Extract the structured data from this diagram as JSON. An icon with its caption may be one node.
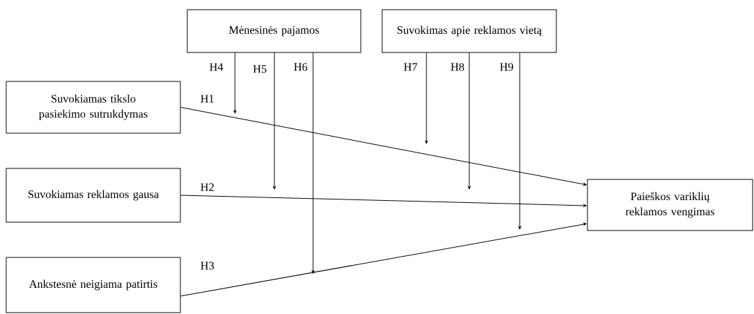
{
  "diagram": {
    "nodes": [
      {
        "text": [
          "Suvokiamas tikslo pasiekimo sutrukdymas"
        ]
      },
      {
        "text": [
          "Suvokiamas reklamos gausa"
        ]
      },
      {
        "text": [
          "Ankstesnė neigiama patirtis"
        ]
      },
      {
        "text": [
          "Mėnesinės pajamos"
        ]
      },
      {
        "text": [
          "Suvokimas apie reklamos vietą"
        ]
      },
      {
        "text": [
          "Paieškos variklių reklamos vengimas"
        ]
      }
    ],
    "edges": [
      {
        "from": 0,
        "to": 5,
        "arrow": "to",
        "label": "H1"
      },
      {
        "from": 1,
        "to": 5,
        "arrow": "to",
        "label": "H2"
      },
      {
        "from": 2,
        "to": 5,
        "arrow": "to",
        "label": "H3"
      },
      {
        "from": 3,
        "to": null,
        "arrow": "to",
        "label": "H4"
      },
      {
        "from": 3,
        "to": null,
        "arrow": "to",
        "label": "H5"
      },
      {
        "from": 3,
        "to": null,
        "arrow": "to",
        "label": "H6"
      },
      {
        "from": 4,
        "to": null,
        "arrow": "to",
        "label": "H7"
      },
      {
        "from": 4,
        "to": null,
        "arrow": "to",
        "label": "H8"
      },
      {
        "from": 4,
        "to": null,
        "arrow": "to",
        "label": "H9"
      }
    ]
  }
}
